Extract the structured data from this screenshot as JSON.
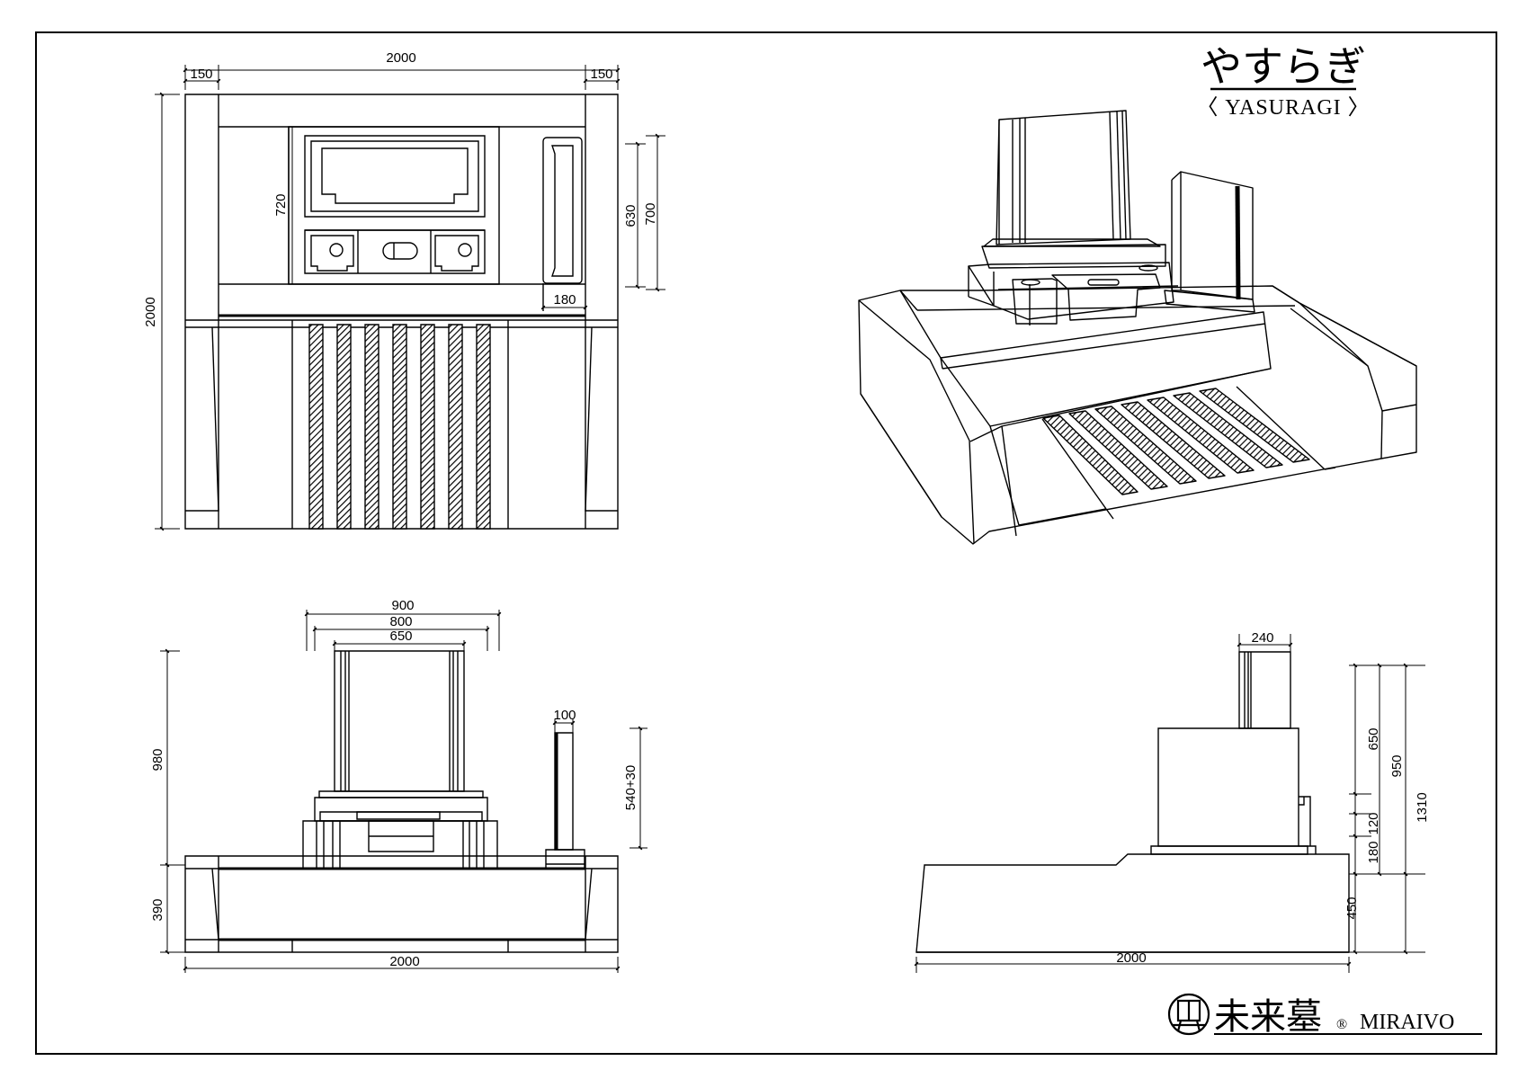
{
  "title": {
    "japanese": "やすらぎ",
    "english": "〈 YASURAGI 〉"
  },
  "brand": {
    "japanese": "未来墓",
    "registered": "®",
    "english": "MIRAIVO"
  },
  "plan_view": {
    "overall_width": "2000",
    "side_left": "150",
    "side_right": "150",
    "overall_depth": "2000",
    "altar_depth": "720",
    "dim_630": "630",
    "dim_700": "700",
    "dim_180": "180"
  },
  "front_view": {
    "width_900": "900",
    "width_800": "800",
    "width_650": "650",
    "width_100": "100",
    "height_980": "980",
    "height_390": "390",
    "height_540": "540+30",
    "overall_width": "2000"
  },
  "side_view": {
    "width_240": "240",
    "height_650": "650",
    "height_950": "950",
    "height_1310": "1310",
    "height_120": "120",
    "height_180": "180",
    "height_450": "450",
    "overall_depth": "2000"
  }
}
